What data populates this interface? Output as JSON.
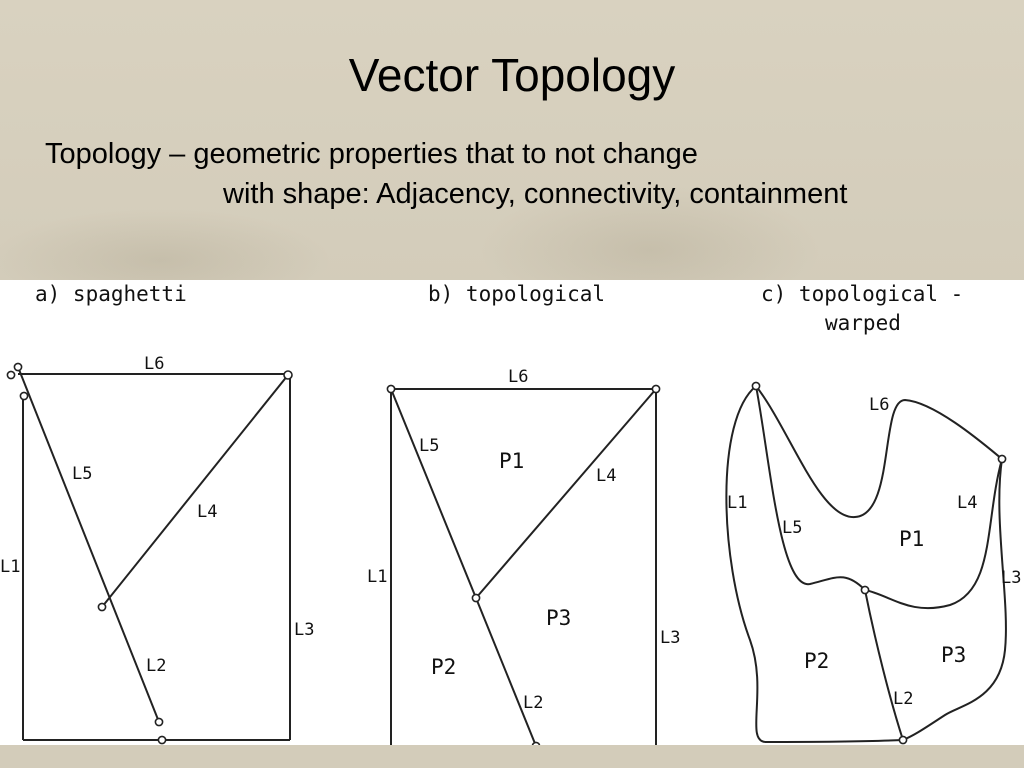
{
  "title": "Vector Topology",
  "definition_line1": "Topology – geometric properties that to not change",
  "definition_line2": "with shape: Adjacency, connectivity, containment",
  "panels": {
    "a": {
      "caption": "a) spaghetti",
      "labels": [
        "L6",
        "L5",
        "L4",
        "L1",
        "L3",
        "L2"
      ]
    },
    "b": {
      "caption": "b) topological",
      "labels": [
        "L6",
        "L5",
        "P1",
        "L4",
        "L1",
        "P3",
        "L3",
        "P2",
        "L2"
      ]
    },
    "c": {
      "caption_line1": "c) topological -",
      "caption_line2": "warped",
      "labels": [
        "L6",
        "L1",
        "L5",
        "L4",
        "P1",
        "L3",
        "P2",
        "P3",
        "L2"
      ]
    }
  }
}
